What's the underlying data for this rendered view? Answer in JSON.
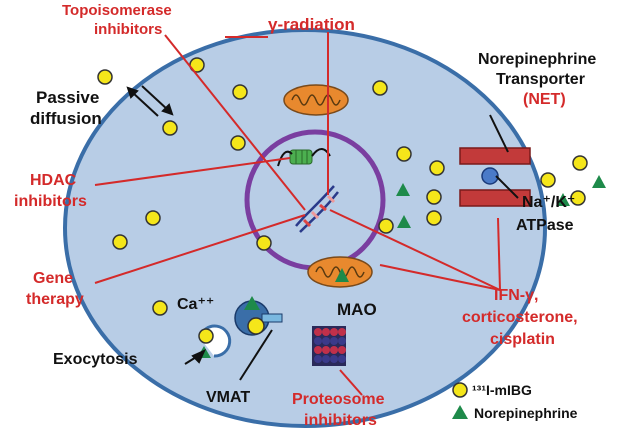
{
  "labels": {
    "topoisomerase": [
      "Topoisomerase",
      "inhibitors"
    ],
    "gamma_radiation": "γ-radiation",
    "net": [
      "Norepinephrine",
      "Transporter",
      "(NET)"
    ],
    "passive": [
      "Passive",
      "diffusion"
    ],
    "hdac": [
      "HDAC",
      "inhibitors"
    ],
    "na_k": "Na⁺/K⁺",
    "atpase": "ATPase",
    "gene": [
      "Gene",
      "therapy"
    ],
    "ifn": [
      "IFN-γ,",
      "corticosterone,",
      "cisplatin"
    ],
    "ca": "Ca⁺⁺",
    "mao": "MAO",
    "exocytosis": "Exocytosis",
    "vmat": "VMAT",
    "proteosome": [
      "Proteosome",
      "inhibitors"
    ]
  },
  "legend": {
    "mibg": "¹³¹I-mIBG",
    "norepinephrine": "Norepinephrine"
  },
  "colors": {
    "cell_fill": "#b8cde6",
    "cell_stroke": "#3a6ea8",
    "nucleus": "#7a3ea0",
    "red_text": "#d42a2a",
    "mibg_yellow": "#f5e61a",
    "ne_green": "#1e8a4a",
    "mito": "#e8892e",
    "transporter": "#c23a3a"
  }
}
